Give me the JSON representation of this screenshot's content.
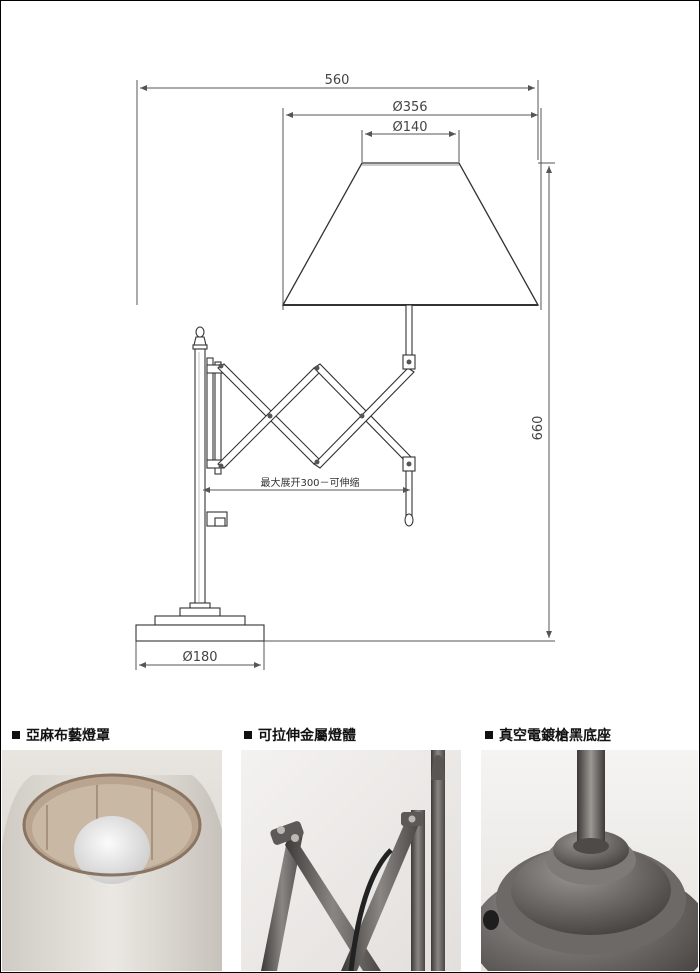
{
  "drawing": {
    "overall_width": "560",
    "shade_bottom_dia": "Ø356",
    "shade_top_dia": "Ø140",
    "height": "660",
    "extension_note": "最大展开300－可伸缩",
    "base_dia": "Ø180"
  },
  "details": [
    {
      "caption": "亞麻布藝燈罩",
      "icon": "lampshade-photo"
    },
    {
      "caption": "可拉伸金屬燈體",
      "icon": "scissor-arm-photo"
    },
    {
      "caption": "真空電鍍槍黑底座",
      "icon": "base-photo"
    }
  ]
}
